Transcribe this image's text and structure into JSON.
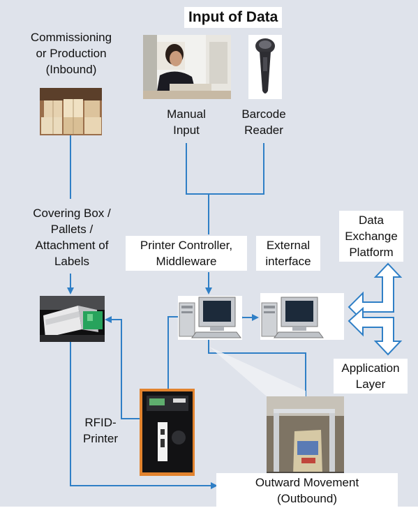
{
  "title": "Input of Data",
  "nodes": {
    "inbound": [
      "Commissioning",
      "or Production",
      "(Inbound)"
    ],
    "manual_input": [
      "Manual",
      "Input"
    ],
    "barcode_reader": [
      "Barcode",
      "Reader"
    ],
    "covering": [
      "Covering Box /",
      "Pallets /",
      "Attachment of",
      "Labels"
    ],
    "printer_controller": [
      "Printer Controller,",
      "Middleware"
    ],
    "external_interface": [
      "External",
      "interface"
    ],
    "data_exchange": [
      "Data",
      "Exchange",
      "Platform"
    ],
    "application_layer": [
      "Application",
      "Layer"
    ],
    "rfid_printer": [
      "RFID-",
      "Printer"
    ],
    "outbound": [
      "Outward Movement",
      "(Outbound)"
    ]
  },
  "colors": {
    "background": "#dfe3eb",
    "connector": "#2f7fc6",
    "arrow_outline": "#2f7fc6"
  }
}
